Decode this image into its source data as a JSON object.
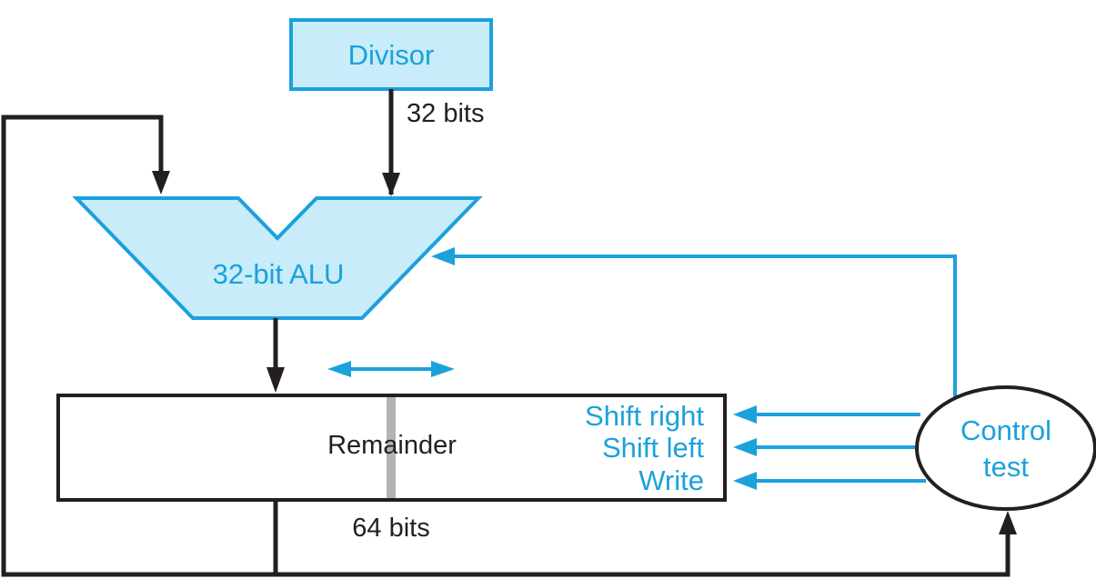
{
  "divisor": {
    "label": "Divisor"
  },
  "alu": {
    "label": "32-bit ALU"
  },
  "remainder": {
    "label": "Remainder"
  },
  "control": {
    "line1": "Control",
    "line2": "test"
  },
  "widths": {
    "divisor": "32 bits",
    "remainder": "64 bits"
  },
  "signals": {
    "shift_right": "Shift right",
    "shift_left": "Shift left",
    "write": "Write"
  },
  "colors": {
    "accent": "#1ba1dc",
    "fill": "#c8ecf9",
    "line": "#231f20",
    "divider": "#b3b3b3"
  }
}
